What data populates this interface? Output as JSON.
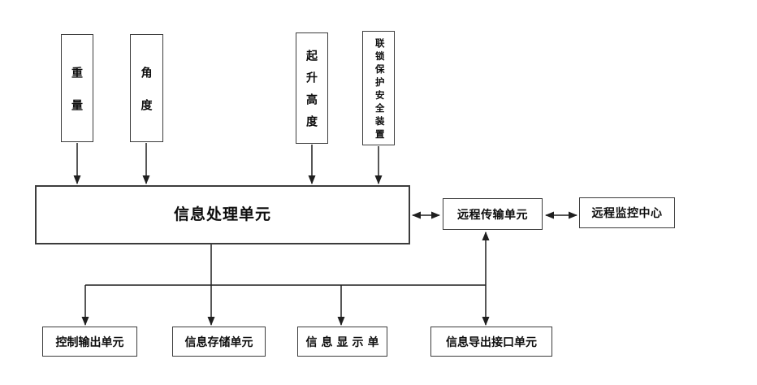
{
  "diagram": {
    "background_color": "#ffffff",
    "line_color": "#1f1f1f",
    "box_border_color": "#3c3c3c",
    "text_color": "#0d0d0d",
    "sensor_inputs": [
      {
        "id": "weight",
        "label": "重量"
      },
      {
        "id": "angle",
        "label": "角度"
      },
      {
        "id": "hoist-height",
        "label": "起升高度"
      },
      {
        "id": "interlock-safety-device",
        "label": "联锁保护安全装置"
      }
    ],
    "processing_unit": {
      "label": "信息处理单元"
    },
    "remote_transmission_unit": {
      "label": "远程传输单元"
    },
    "remote_monitoring_center": {
      "label": "远程监控中心"
    },
    "output_units": [
      {
        "id": "control-output-unit",
        "label": "控制输出单元"
      },
      {
        "id": "info-storage-unit",
        "label": "信息存储单元"
      },
      {
        "id": "info-display-unit",
        "label": "信息显示单"
      },
      {
        "id": "info-export-interface-unit",
        "label": "信息导出接口单元"
      }
    ]
  }
}
